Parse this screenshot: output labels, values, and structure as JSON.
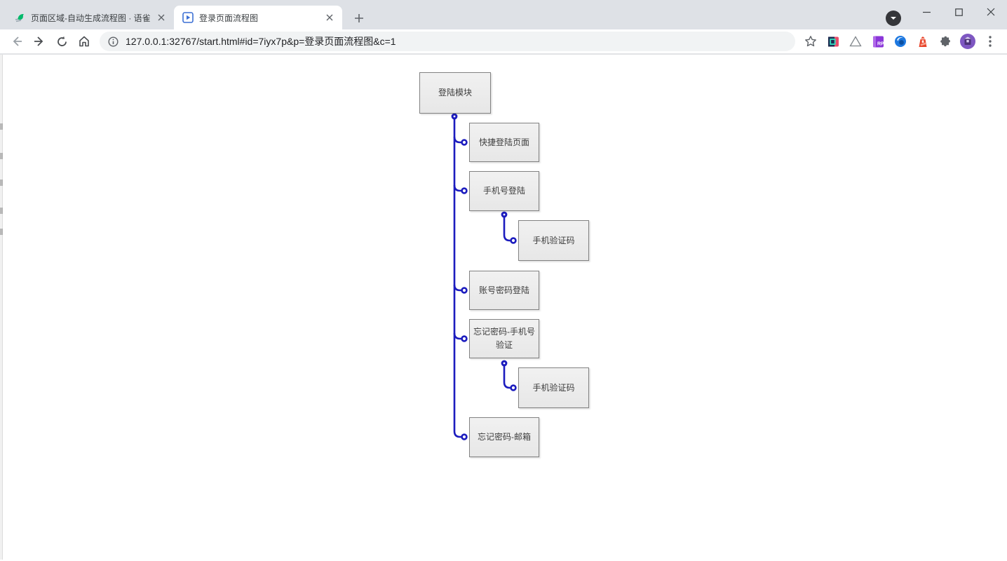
{
  "browser": {
    "tabs": [
      {
        "title": "页面区域-自动生成流程图 · 语雀",
        "icon": "yuque-feather-icon",
        "active": false
      },
      {
        "title": "登录页面流程图",
        "icon": "play-preview-icon",
        "active": true
      }
    ],
    "address_bar": {
      "url": "127.0.0.1:32767/start.html#id=7iyx7p&p=登录页面流程图&c=1",
      "security_icon": "info-icon"
    },
    "nav": [
      "back-icon",
      "forward-icon",
      "reload-icon",
      "home-icon"
    ],
    "bookmark_icon": "star-icon",
    "extensions": [
      {
        "name": "blue-pink-square-extension-icon",
        "label": ""
      },
      {
        "name": "triangle-outline-extension-icon",
        "label": ""
      },
      {
        "name": "axure-rp-extension-icon",
        "label": "RP"
      },
      {
        "name": "blue-globe-extension-icon",
        "label": ""
      },
      {
        "name": "lighthouse-extension-icon",
        "label": ""
      },
      {
        "name": "puzzle-extensions-icon",
        "label": ""
      }
    ],
    "profile_icon": "purple-avatar-icon",
    "menu_icon": "kebab-menu-icon",
    "media_button_icon": "chevron-down-icon",
    "window_controls": [
      "minimize-icon",
      "maximize-icon",
      "close-icon"
    ]
  },
  "flowchart": {
    "connector_color": "#1c1cbe",
    "nodes": [
      {
        "label": "登陆模块"
      },
      {
        "label": "快捷登陆页面"
      },
      {
        "label": "手机号登陆"
      },
      {
        "label": "手机验证码"
      },
      {
        "label": "账号密码登陆"
      },
      {
        "label": "忘记密码-手机号验证"
      },
      {
        "label": "手机验证码"
      },
      {
        "label": "忘记密码-邮箱"
      }
    ]
  }
}
